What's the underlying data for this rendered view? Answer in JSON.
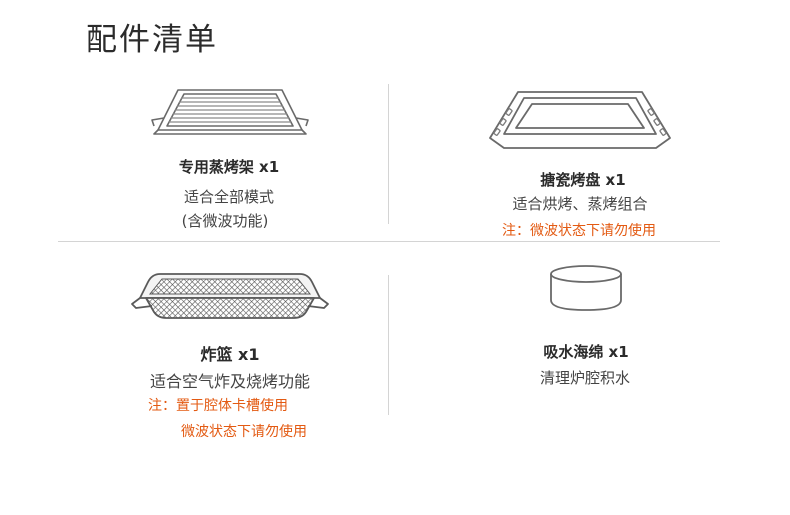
{
  "page": {
    "title": "配件清单"
  },
  "items": [
    {
      "name": "专用蒸烤架 x1",
      "desc": [
        "适合全部模式",
        "(含微波功能)"
      ],
      "notes": []
    },
    {
      "name": "搪瓷烤盘 x1",
      "desc": [
        "适合烘烤、蒸烤组合"
      ],
      "notes": [
        "注：微波状态下请勿使用"
      ]
    },
    {
      "name": "炸篮 x1",
      "desc": [
        "适合空气炸及烧烤功能"
      ],
      "notes": [
        "注：置于腔体卡槽使用",
        "微波状态下请勿使用"
      ]
    },
    {
      "name": "吸水海绵 x1",
      "desc": [
        "清理炉腔积水"
      ],
      "notes": []
    }
  ],
  "icons": [
    "steam-rack-icon",
    "enamel-tray-icon",
    "fry-basket-icon",
    "sponge-icon"
  ],
  "colors": {
    "note": "#e35a12",
    "divider": "#d4d4d4",
    "text": "#333333"
  }
}
